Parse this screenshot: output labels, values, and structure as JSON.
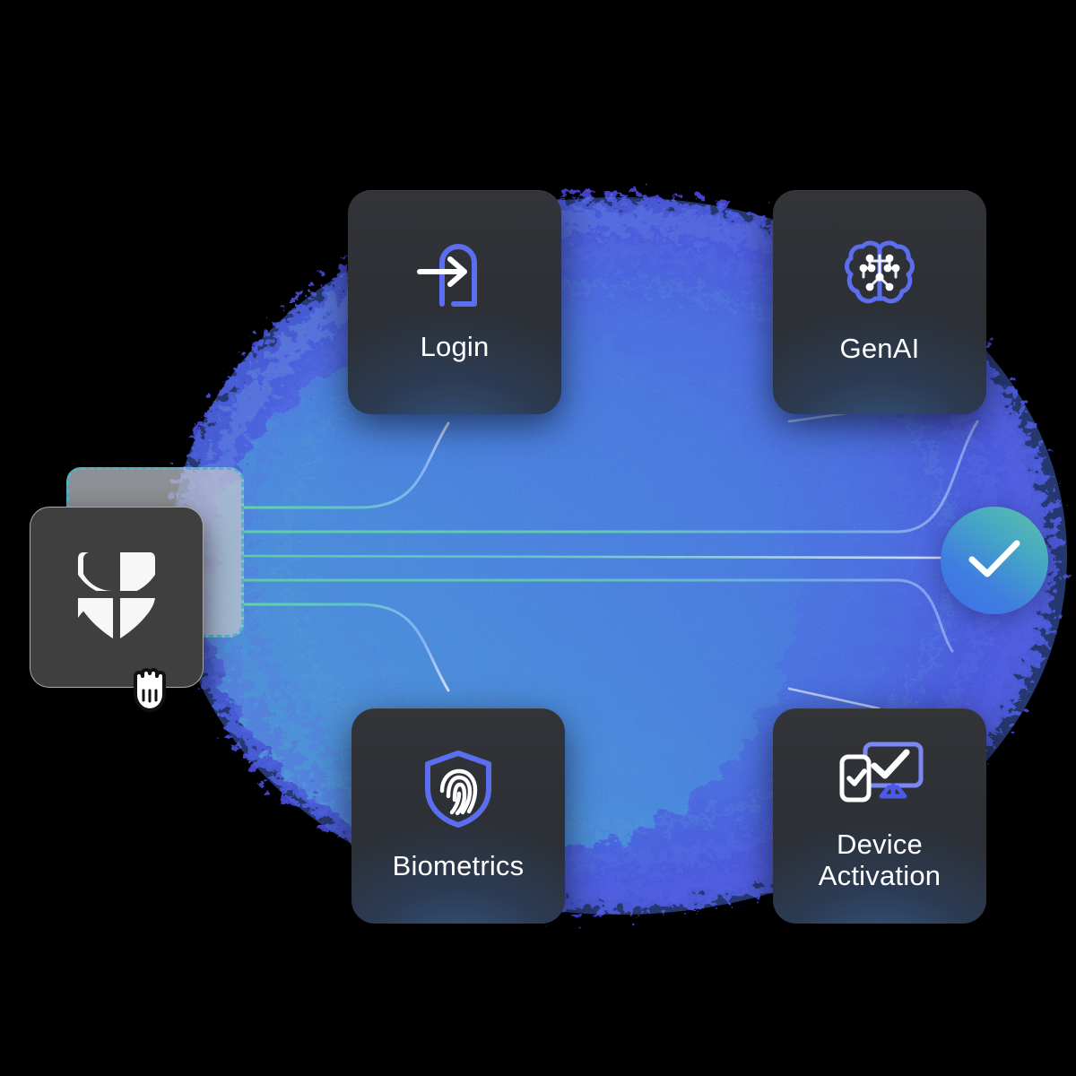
{
  "scene": {
    "title": "Identity platform capability flow",
    "background_color": "#000000"
  },
  "palette": {
    "blob_teal": "#49b7c9",
    "blob_blue": "#3f7ee0",
    "blob_indigo": "#4a3fd8",
    "blob_violet": "#5b4fe8",
    "card_bg": "#2f3237",
    "icon_accent": "#5b6ef0",
    "icon_white": "#ffffff",
    "link_teal": "#5ecfa6",
    "link_blue": "#8fb6ff",
    "dropzone_border": "#4fb6c6",
    "dropzone_fill": "#c4c8cd",
    "success_gradient_from": "#5ec1a6",
    "success_gradient_to": "#3f6fe8",
    "drag_tile_bg": "#3f3f3f"
  },
  "drag_tile": {
    "name": "Entrust shield tile",
    "icon": "shield-petals-logo",
    "state": "dragging"
  },
  "dropzone": {
    "label": "",
    "state": "drop-target-active",
    "border_style": "dashed"
  },
  "cursor": {
    "icon": "grabbing-hand-cursor"
  },
  "success": {
    "icon": "check-icon",
    "label": ""
  },
  "cards": [
    {
      "id": "login",
      "label": "Login",
      "icon": "login-door-arrow-icon"
    },
    {
      "id": "genai",
      "label": "GenAI",
      "icon": "brain-circuit-icon"
    },
    {
      "id": "bio",
      "label": "Biometrics",
      "icon": "shield-fingerprint-icon"
    },
    {
      "id": "device",
      "label": "Device\nActivation",
      "icon": "monitor-phone-check-icon"
    }
  ],
  "card_labels": {
    "login": "Login",
    "genai": "GenAI",
    "biometrics": "Biometrics",
    "device_line1": "Device",
    "device_line2": "Activation"
  },
  "connectors": {
    "count": 8,
    "from": "dropzone-right-edge",
    "to": [
      "login",
      "genai",
      "biometrics",
      "device",
      "success-check"
    ]
  }
}
